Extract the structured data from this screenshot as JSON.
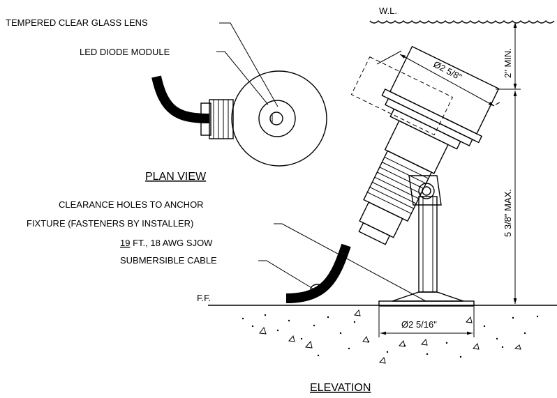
{
  "labels": {
    "water_level": "W.L.",
    "lens": "TEMPERED CLEAR GLASS LENS",
    "led": "LED DIODE MODULE",
    "plan_view": "PLAN VIEW",
    "clearance_1": "CLEARANCE HOLES TO ANCHOR",
    "clearance_2": "FIXTURE (FASTENERS BY INSTALLER)",
    "cable_len": "19",
    "cable_1_rest": " FT., 18 AWG SJOW",
    "cable_2": "SUBMERSIBLE CABLE",
    "finished_floor": "F.F.",
    "elevation": "ELEVATION"
  },
  "dimensions": {
    "lens_diameter": "Ø2 5/8\"",
    "base_diameter": "Ø2 5/16\"",
    "min_depth": "2\" MIN.",
    "max_height": "5 3/8\" MAX."
  }
}
